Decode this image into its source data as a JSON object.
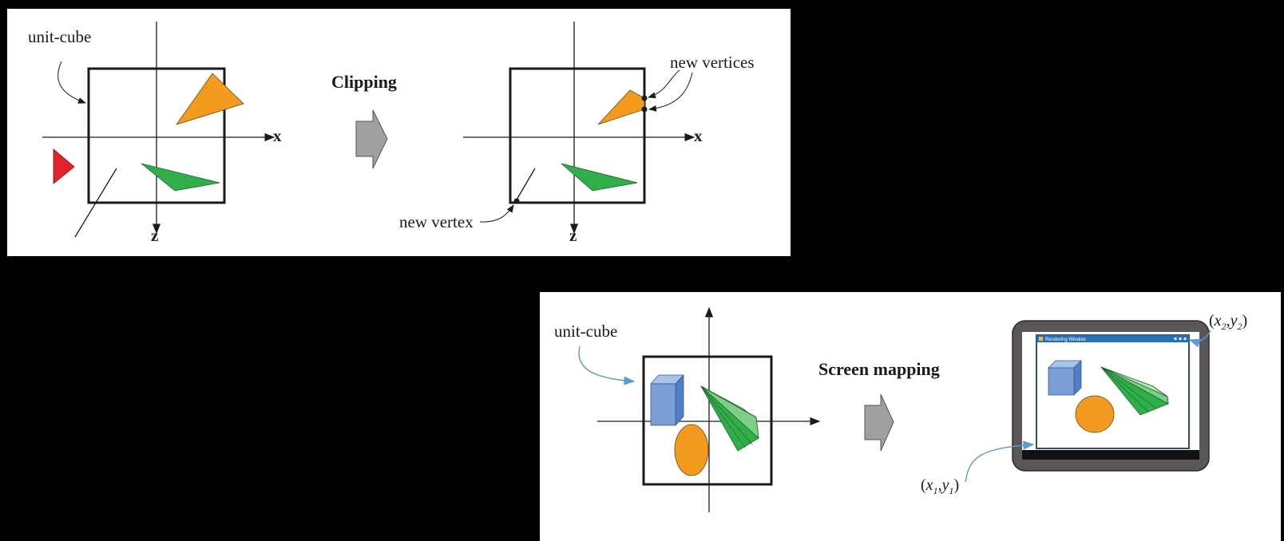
{
  "clipping": {
    "title": "Clipping",
    "unit_cube_label": "unit-cube",
    "new_vertices_label": "new vertices",
    "new_vertex_label": "new vertex",
    "x_axis": "x",
    "z_axis": "z"
  },
  "screen_mapping": {
    "title": "Screen mapping",
    "unit_cube_label": "unit-cube",
    "window_title": "Rendering Window",
    "corner_top_right": {
      "x": "x",
      "xs": "2",
      "y": "y",
      "ys": "2"
    },
    "corner_bottom_left": {
      "x": "x",
      "xs": "1",
      "y": "y",
      "ys": "1"
    }
  },
  "colors": {
    "orange": "#f39a1f",
    "green": "#2fae4a",
    "red": "#e4222a",
    "blue": "#7a9fd6",
    "arrow_gray": "#a0a0a0",
    "leader_blue": "#5b9ad4",
    "window_bar": "#2a6fb5"
  }
}
